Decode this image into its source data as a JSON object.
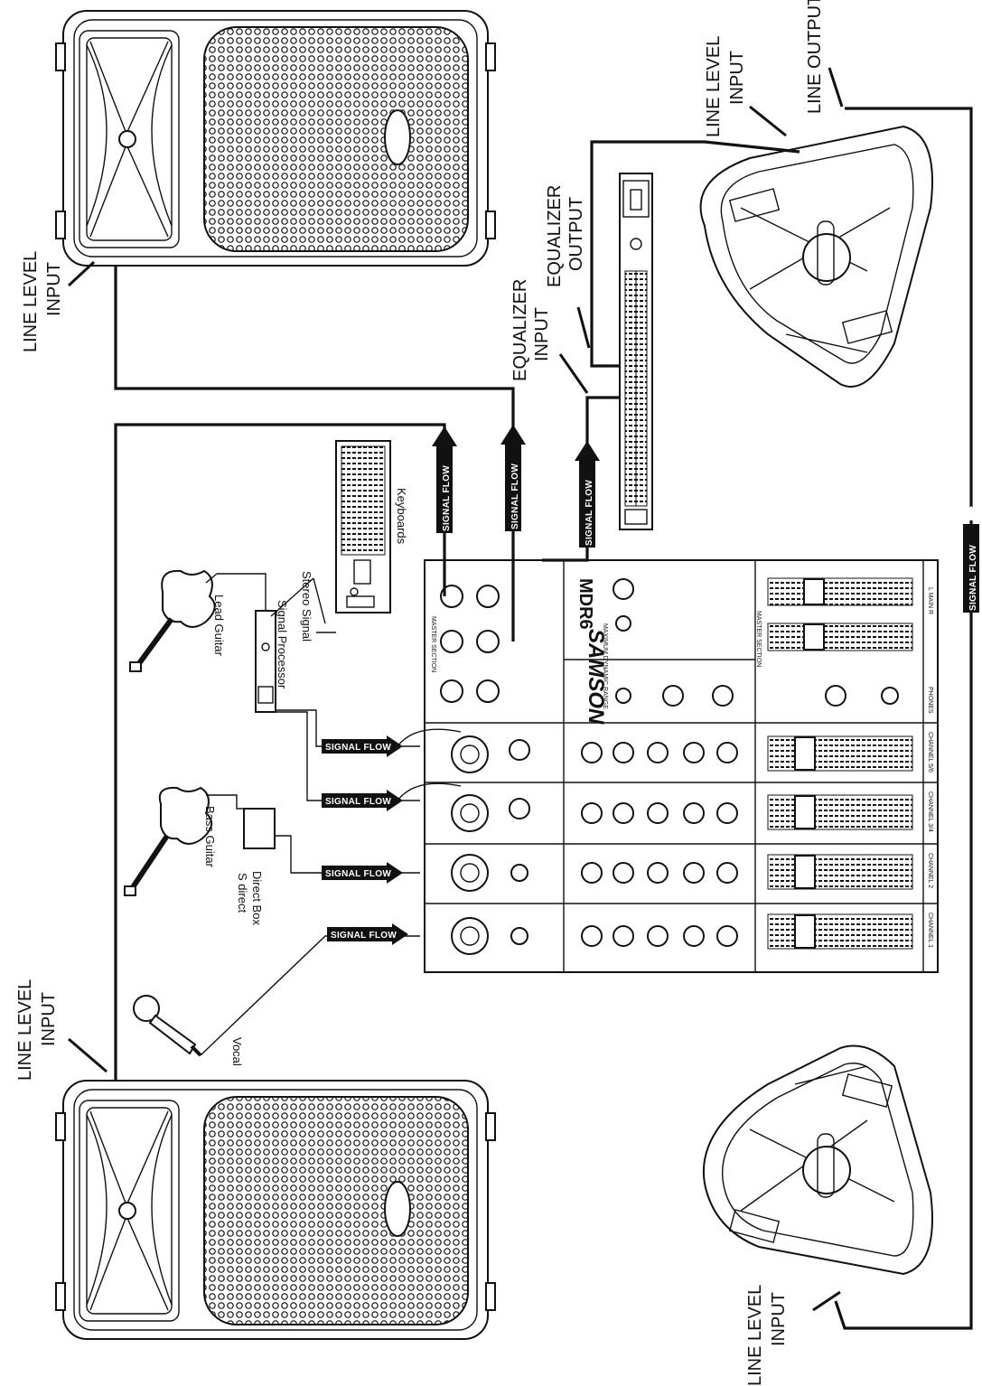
{
  "labels": {
    "line_level_input": "LINE LEVEL INPUT",
    "line_level": "LINE LEVEL",
    "input": "INPUT",
    "line_output": "LINE OUTPUT",
    "equalizer": "EQUALIZER",
    "equalizer_input_word": "INPUT",
    "equalizer_output_word": "OUTPUT",
    "signal_flow": "SIGNAL FLOW",
    "stereo_signal": "Stereo Signal",
    "keyboards": "Keyboards",
    "lead_guitar": "Lead Guitar",
    "signal_processor": "Signal Processor",
    "bass_guitar": "Bass Guitar",
    "s_direct": "S direct",
    "direct_box": "Direct Box",
    "vocal": "Vocal"
  },
  "mixer": {
    "brand": "SAMSON",
    "model": "MDR6",
    "tagline": "MAXIMUM DYNAMIC RANGE",
    "master_section": "MASTER SECTION",
    "channels": [
      "CHANNEL 1",
      "CHANNEL 2",
      "CHANNEL 3/4",
      "CHANNEL 5/6"
    ],
    "phones": "PHONES",
    "main_mix": "L   MAIN   R"
  },
  "colors": {
    "ink": "#111111",
    "paper": "#ffffff"
  }
}
